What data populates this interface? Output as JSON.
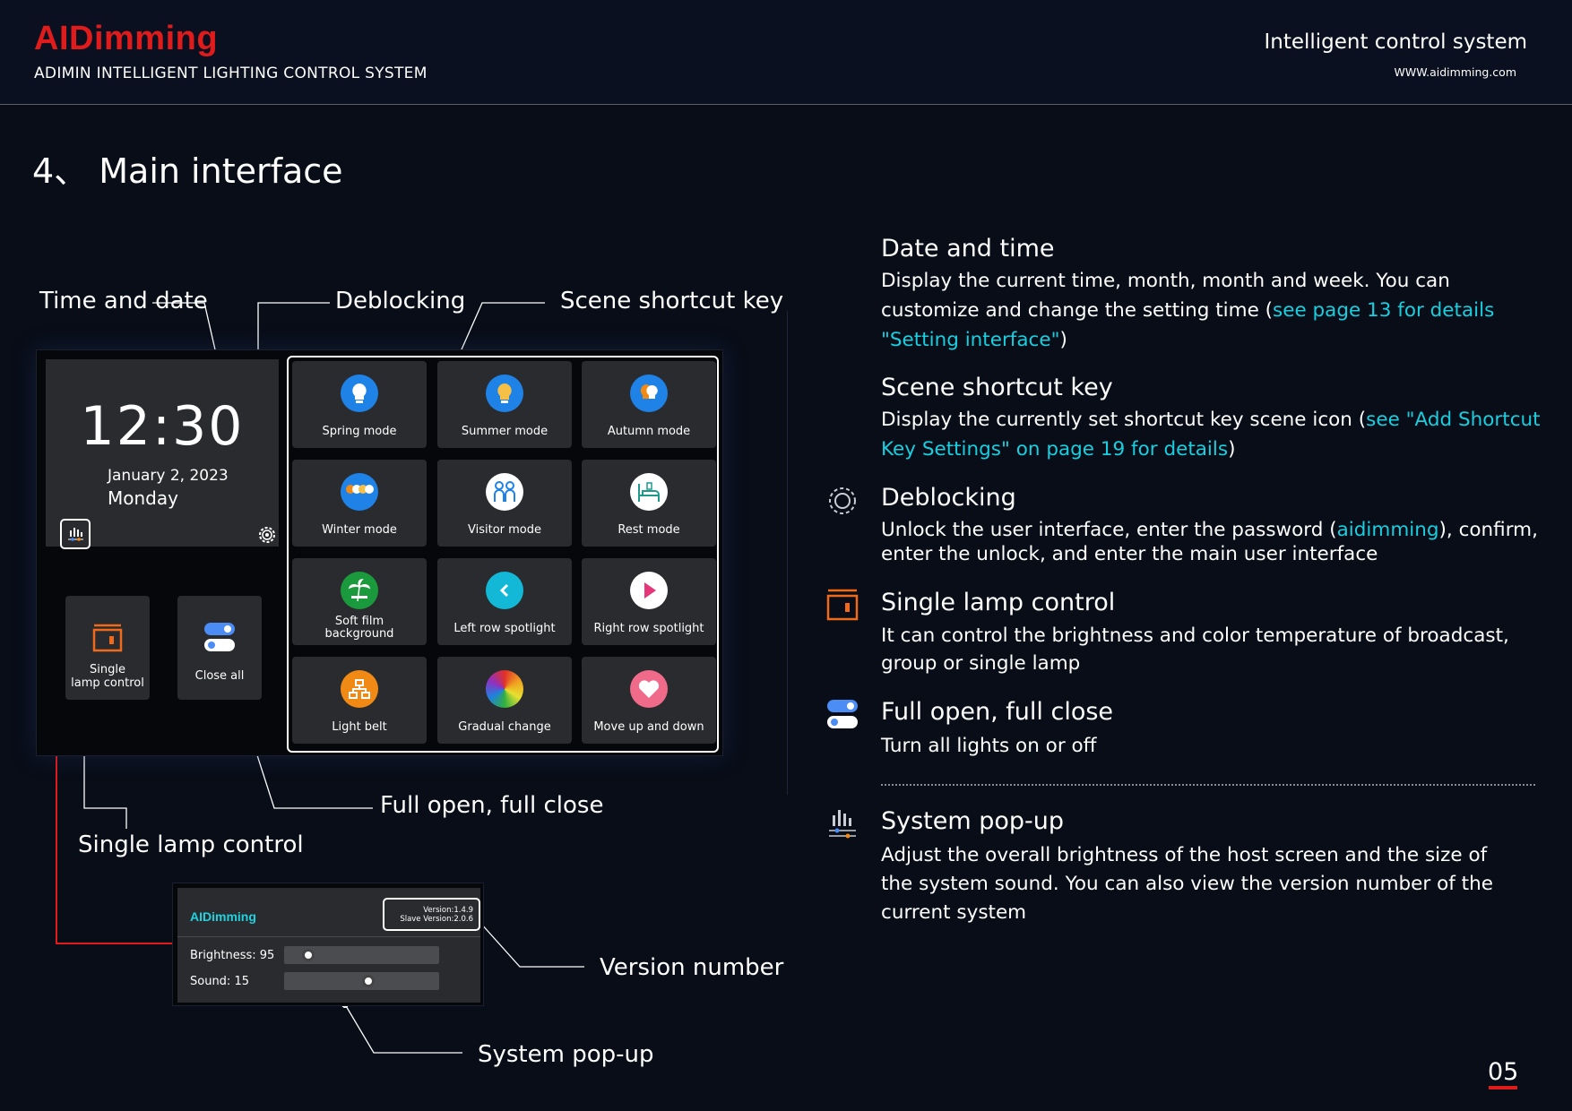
{
  "header": {
    "logo": "AIDimming",
    "subtitle": "ADIMIN INTELLIGENT LIGHTING CONTROL SYSTEM",
    "title": "Intelligent control system",
    "url": "WWW.aidimming.com"
  },
  "section_title": "4、 Main interface",
  "callouts": {
    "time_and_date": "Time and date",
    "deblocking": "Deblocking",
    "scene_shortcut_key": "Scene shortcut key",
    "full_open_close": "Full open, full close",
    "single_lamp_control": "Single lamp control",
    "version_number": "Version number",
    "system_popup": "System pop-up"
  },
  "device": {
    "time": "12:30",
    "date": "January 2, 2023",
    "weekday": "Monday",
    "single_lamp_label_1": "Single",
    "single_lamp_label_2": "lamp control",
    "close_all_label": "Close all",
    "scenes": [
      {
        "label": "Spring mode",
        "icon": "lightbulb-icon",
        "color": "#1f82e6"
      },
      {
        "label": "Summer mode",
        "icon": "lightbulb-icon",
        "color": "#1f82e6"
      },
      {
        "label": "Autumn mode",
        "icon": "lightbulb-icon",
        "color": "#1f82e6"
      },
      {
        "label": "Winter mode",
        "icon": "multi-bulb-icon",
        "color": "#1f82e6"
      },
      {
        "label": "Visitor mode",
        "icon": "visitor-icon",
        "color": "#ffffff"
      },
      {
        "label": "Rest mode",
        "icon": "bed-icon",
        "color": "#ffffff"
      },
      {
        "label_1": "Soft film",
        "label_2": "background",
        "icon": "palm-tree-icon",
        "color": "#1a9a3c"
      },
      {
        "label": "Left row spotlight",
        "icon": "chevron-left-icon",
        "color": "#12b8d6"
      },
      {
        "label": "Right row spotlight",
        "icon": "play-icon",
        "color": "#ffffff"
      },
      {
        "label": "Light belt",
        "icon": "network-icon",
        "color": "#f08a15"
      },
      {
        "label": "Gradual change",
        "icon": "color-wheel-icon",
        "color": "#e0a020"
      },
      {
        "label": "Move up and down",
        "icon": "heart-icon",
        "color": "#f06a8a"
      }
    ]
  },
  "popup": {
    "logo": "AIDimming",
    "version_line_1": "Version:1.4.9",
    "version_line_2": "Slave Version:2.0.6",
    "brightness_label": "Brightness: 95",
    "brightness_value": 95,
    "sound_label": "Sound: 15",
    "sound_value": 15
  },
  "features": {
    "date_time": {
      "title": "Date and time",
      "body_1": "Display the current time, month, month and week. You can customize and change the setting time (",
      "link": "see page 13 for details \"Setting interface\"",
      "body_2": ")"
    },
    "scene_key": {
      "title": "Scene shortcut key",
      "body_1": "Display the currently set shortcut key scene icon (",
      "link": "see \"Add Shortcut Key Settings\" on page 19 for details",
      "body_2": ")"
    },
    "deblocking": {
      "title": "Deblocking",
      "body_1": "Unlock the user interface, enter the password (",
      "link": "aidimming",
      "body_2": "), confirm, enter the unlock, and enter the main user interface"
    },
    "single_lamp": {
      "title": "Single lamp control",
      "body": "It can control the brightness and color temperature of broadcast, group or single lamp"
    },
    "full_open": {
      "title": "Full open, full close",
      "body": "Turn all lights on or off"
    },
    "system_popup": {
      "title": "System pop-up",
      "body": "Adjust the overall brightness of the host screen and the size of the system sound. You can also view the version number of the current system"
    }
  },
  "colors": {
    "accent_red": "#e01b1b",
    "link_cyan": "#18cfe0",
    "single_lamp_orange": "#f06a1c",
    "toggle_blue": "#4b8cf5"
  },
  "page_number": "05"
}
